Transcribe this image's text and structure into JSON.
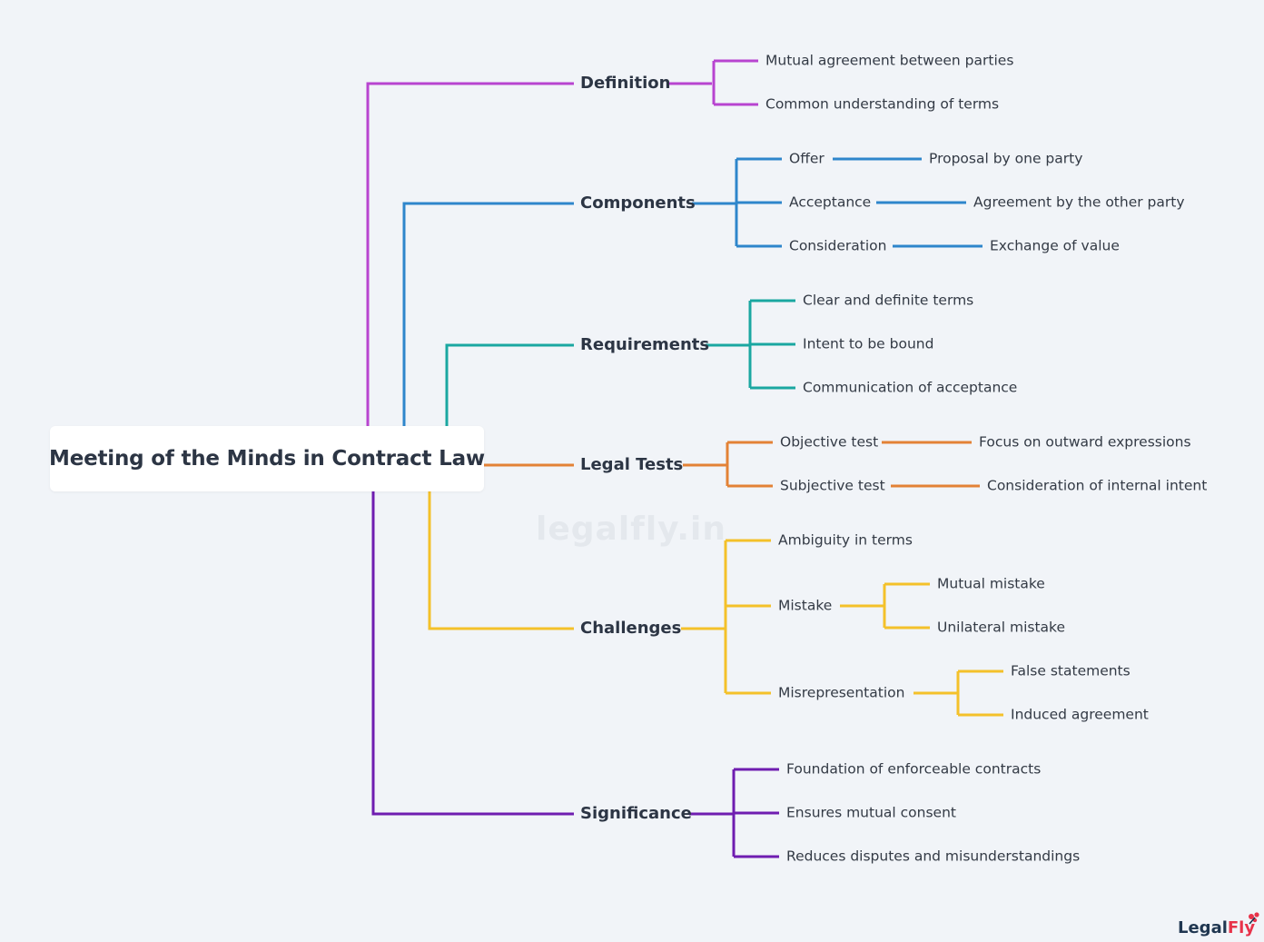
{
  "title": "Meeting of the Minds in Contract Law",
  "watermark": "legalfly.in",
  "logo": {
    "part1": "Legal",
    "part2": "Fly"
  },
  "branches": [
    {
      "label": "Definition",
      "color": "#b844d0",
      "children": [
        {
          "label": "Mutual agreement between parties"
        },
        {
          "label": "Common understanding of terms"
        }
      ]
    },
    {
      "label": "Components",
      "color": "#2e86cb",
      "children": [
        {
          "label": "Offer",
          "children": [
            {
              "label": "Proposal by one party"
            }
          ]
        },
        {
          "label": "Acceptance",
          "children": [
            {
              "label": "Agreement by the other party"
            }
          ]
        },
        {
          "label": "Consideration",
          "children": [
            {
              "label": "Exchange of value"
            }
          ]
        }
      ]
    },
    {
      "label": "Requirements",
      "color": "#1aa7a1",
      "children": [
        {
          "label": "Clear and definite terms"
        },
        {
          "label": "Intent to be bound"
        },
        {
          "label": "Communication of acceptance"
        }
      ]
    },
    {
      "label": "Legal Tests",
      "color": "#e38236",
      "children": [
        {
          "label": "Objective test",
          "children": [
            {
              "label": "Focus on outward expressions"
            }
          ]
        },
        {
          "label": "Subjective test",
          "children": [
            {
              "label": "Consideration of internal intent"
            }
          ]
        }
      ]
    },
    {
      "label": "Challenges",
      "color": "#f4c12a",
      "children": [
        {
          "label": "Ambiguity in terms"
        },
        {
          "label": "Mistake",
          "children": [
            {
              "label": "Mutual mistake"
            },
            {
              "label": "Unilateral mistake"
            }
          ]
        },
        {
          "label": "Misrepresentation",
          "children": [
            {
              "label": "False statements"
            },
            {
              "label": "Induced agreement"
            }
          ]
        }
      ]
    },
    {
      "label": "Significance",
      "color": "#6f1db0",
      "children": [
        {
          "label": "Foundation of enforceable contracts"
        },
        {
          "label": "Ensures mutual consent"
        },
        {
          "label": "Reduces disputes and misunderstandings"
        }
      ]
    }
  ]
}
